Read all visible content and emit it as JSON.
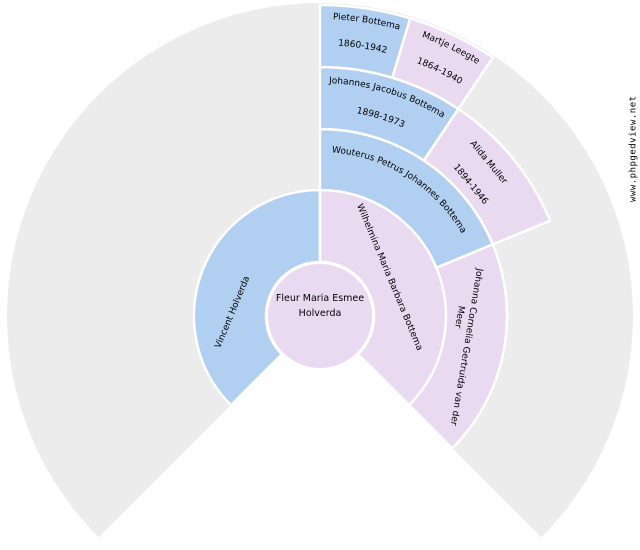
{
  "app": {
    "watermark": "www.phpgedview.net"
  },
  "colors": {
    "male": "#b1cff0",
    "female": "#e9daf1",
    "empty": "#ececec",
    "separator": "#ffffff",
    "text": "#000000"
  },
  "people": {
    "center": {
      "name_line1": "Fleur Maria Esmee",
      "name_line2": "Holverda"
    },
    "father": {
      "name": "Vincent Holverda"
    },
    "mother": {
      "name": "Wilhelmina Maria Barbara Bottema"
    },
    "maternal_grandfather": {
      "name": "Wouterus Petrus Johannes Bottema"
    },
    "maternal_grandmother": {
      "name_line1": "Johanna Cornelia Gertruida van der",
      "name_line2": "Meer"
    },
    "great_grandfather": {
      "name": "Johannes Jacobus Bottema",
      "dates": "1898-1973"
    },
    "great_grandmother": {
      "name": "Alida Muller",
      "dates": "1894-1946"
    },
    "gg_grandfather": {
      "name": "Pieter Bottema",
      "dates": "1860-1942"
    },
    "gg_grandmother": {
      "name": "Martje Leegte",
      "dates": "1864-1940"
    }
  }
}
